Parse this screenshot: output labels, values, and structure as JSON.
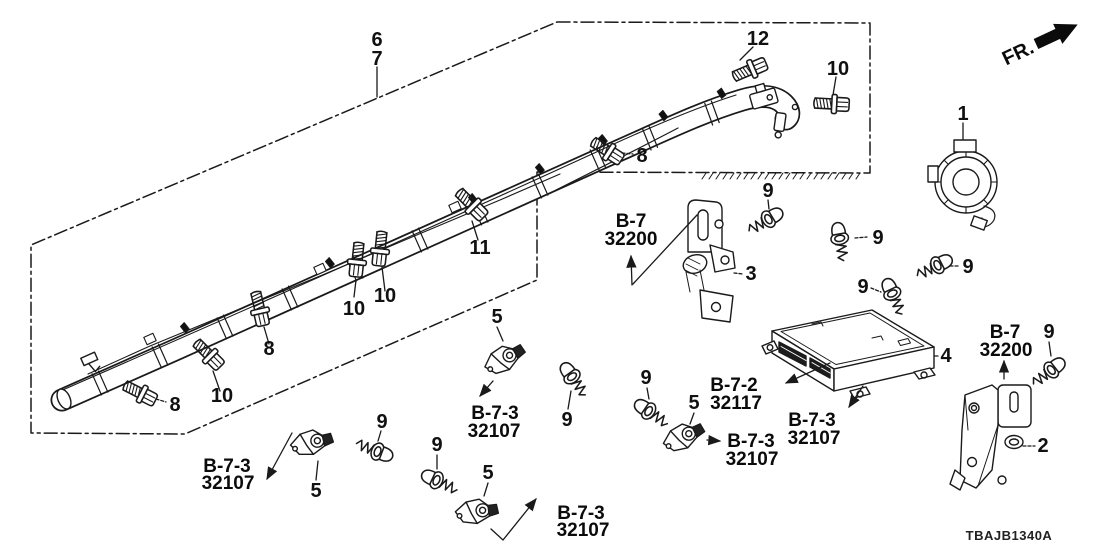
{
  "diagram": {
    "code": "TBAJB1340A",
    "direction_label": "FR.",
    "callouts": [
      "6",
      "7",
      "12",
      "10",
      "8",
      "11",
      "9",
      "1",
      "9",
      "9",
      "9",
      "10",
      "10",
      "8",
      "10",
      "8",
      "5",
      "9",
      "9",
      "5",
      "5",
      "9",
      "9",
      "5",
      "3",
      "4",
      "2",
      "9"
    ],
    "references": [
      {
        "line1": "B-7",
        "line2": "32200"
      },
      {
        "line1": "B-7-2",
        "line2": "32117"
      },
      {
        "line1": "B-7-3",
        "line2": "32107"
      },
      {
        "line1": "B-7",
        "line2": "32200"
      },
      {
        "line1": "B-7-3",
        "line2": "32107"
      },
      {
        "line1": "B-7-3",
        "line2": "32107"
      },
      {
        "line1": "B-7-3",
        "line2": "32107"
      },
      {
        "line1": "B-7-3",
        "line2": "32107"
      }
    ]
  }
}
